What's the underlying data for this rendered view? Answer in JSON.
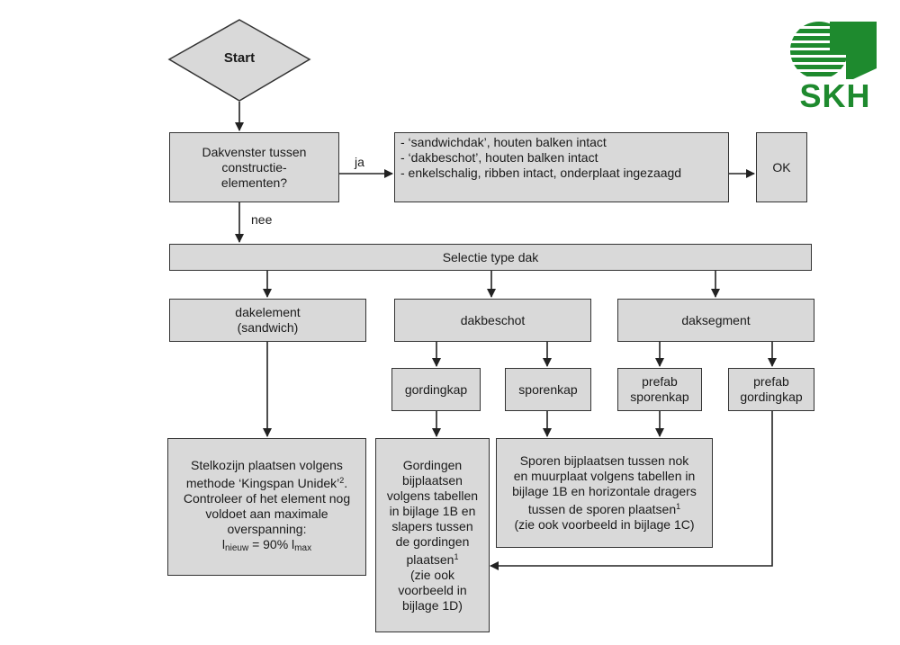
{
  "start": "Start",
  "q1": {
    "line1": "Dakvenster tussen",
    "line2": "constructie-",
    "line3": "elementen?"
  },
  "yes_label": "ja",
  "no_label": "nee",
  "options": [
    "-  ‘sandwichdak’, houten balken intact",
    "-  ‘dakbeschot’, houten balken intact",
    "-  enkelschalig, ribben intact, onderplaat ingezaagd"
  ],
  "ok": "OK",
  "selectie": "Selectie type dak",
  "dakelement": {
    "line1": "dakelement",
    "line2": "(sandwich)"
  },
  "dakbeschot": "dakbeschot",
  "daksegment": "daksegment",
  "gordingkap": "gordingkap",
  "sporenkap": "sporenkap",
  "prefab_sporenkap": {
    "line1": "prefab",
    "line2": "sporenkap"
  },
  "prefab_gordingkap": {
    "line1": "prefab",
    "line2": "gordingkap"
  },
  "result_sandwich": {
    "line1": "Stelkozijn plaatsen volgens",
    "line2": "methode ‘Kingspan Unidek’",
    "sup2": "2",
    "line2b": ".",
    "line3": "Controleer of het element nog",
    "line4": "voldoet aan maximale",
    "line5": "overspanning:",
    "formula_l": "l",
    "formula_sub1": "nieuw",
    "formula_mid": " = 90% l",
    "formula_sub2": "max"
  },
  "result_gordingen": {
    "line1": "Gordingen",
    "line2": "bijplaatsen",
    "line3": "volgens tabellen",
    "line4": "in bijlage 1B en",
    "line5": "slapers tussen",
    "line6": "de gordingen",
    "line7": "plaatsen",
    "sup1": "1",
    "line8": "(zie ook",
    "line9": "voorbeeld in",
    "line10": "bijlage 1D)"
  },
  "result_sporen": {
    "line1": "Sporen bijplaatsen tussen nok",
    "line2": "en muurplaat volgens tabellen in",
    "line3": "bijlage 1B en horizontale dragers",
    "line4": "tussen de sporen plaatsen",
    "sup1": "1",
    "line5": "(zie ook voorbeeld in bijlage 1C)"
  },
  "logo": {
    "text": "SKH",
    "color": "#1e8a2e"
  },
  "colors": {
    "box_fill": "#d9d9d9",
    "line": "#333333"
  }
}
